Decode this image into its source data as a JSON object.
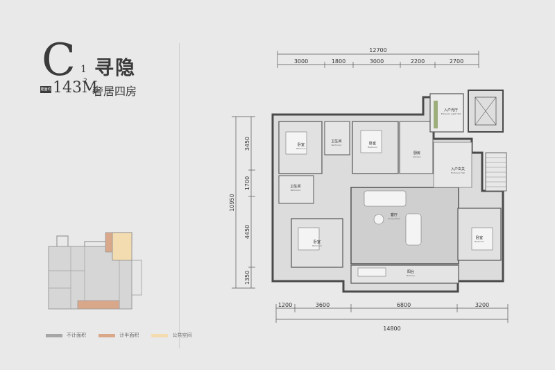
{
  "header": {
    "letter": "C",
    "subscript": "1",
    "name": "寻隐",
    "area_tag": "建面约",
    "area": "143M",
    "area_sup": "2",
    "type": "奢居四房"
  },
  "dimensions": {
    "top_total": "12700",
    "top_segments": [
      "3000",
      "1800",
      "3000",
      "2200",
      "2700"
    ],
    "left_total": "10950",
    "left_segments": [
      "3450",
      "1700",
      "4450",
      "1350"
    ],
    "bottom_segments": [
      "1200",
      "3600",
      "6800",
      "3200"
    ],
    "bottom_total": "14800"
  },
  "rooms": {
    "bed1_cn": "卧室",
    "bed1_en": "Bedroom",
    "bath1_cn": "卫生间",
    "bath1_en": "Bathroom",
    "bed2_cn": "卧室",
    "bed2_en": "Bedroom",
    "kitchen_cn": "厨房",
    "kitchen_en": "Kitchen",
    "bath2_cn": "卫生间",
    "bath2_en": "Bathroom",
    "light_hall_cn": "入户光厅",
    "light_hall_en": "Entrance Light Hall",
    "entrance_cn": "入户玄关",
    "entrance_en": "Entrance Hall",
    "bed3_cn": "卧室",
    "bed3_en": "Bedroom",
    "living_cn": "客厅",
    "living_en": "Living Room",
    "bed4_cn": "卧室",
    "bed4_en": "Bedroom",
    "balcony_cn": "阳台",
    "balcony_en": "Balcony"
  },
  "legend": {
    "items": [
      {
        "label": "不计面积",
        "color": "#a6a6a6"
      },
      {
        "label": "计半面积",
        "color": "#d9a88a"
      },
      {
        "label": "公共空间",
        "color": "#f3dcb0"
      }
    ]
  }
}
